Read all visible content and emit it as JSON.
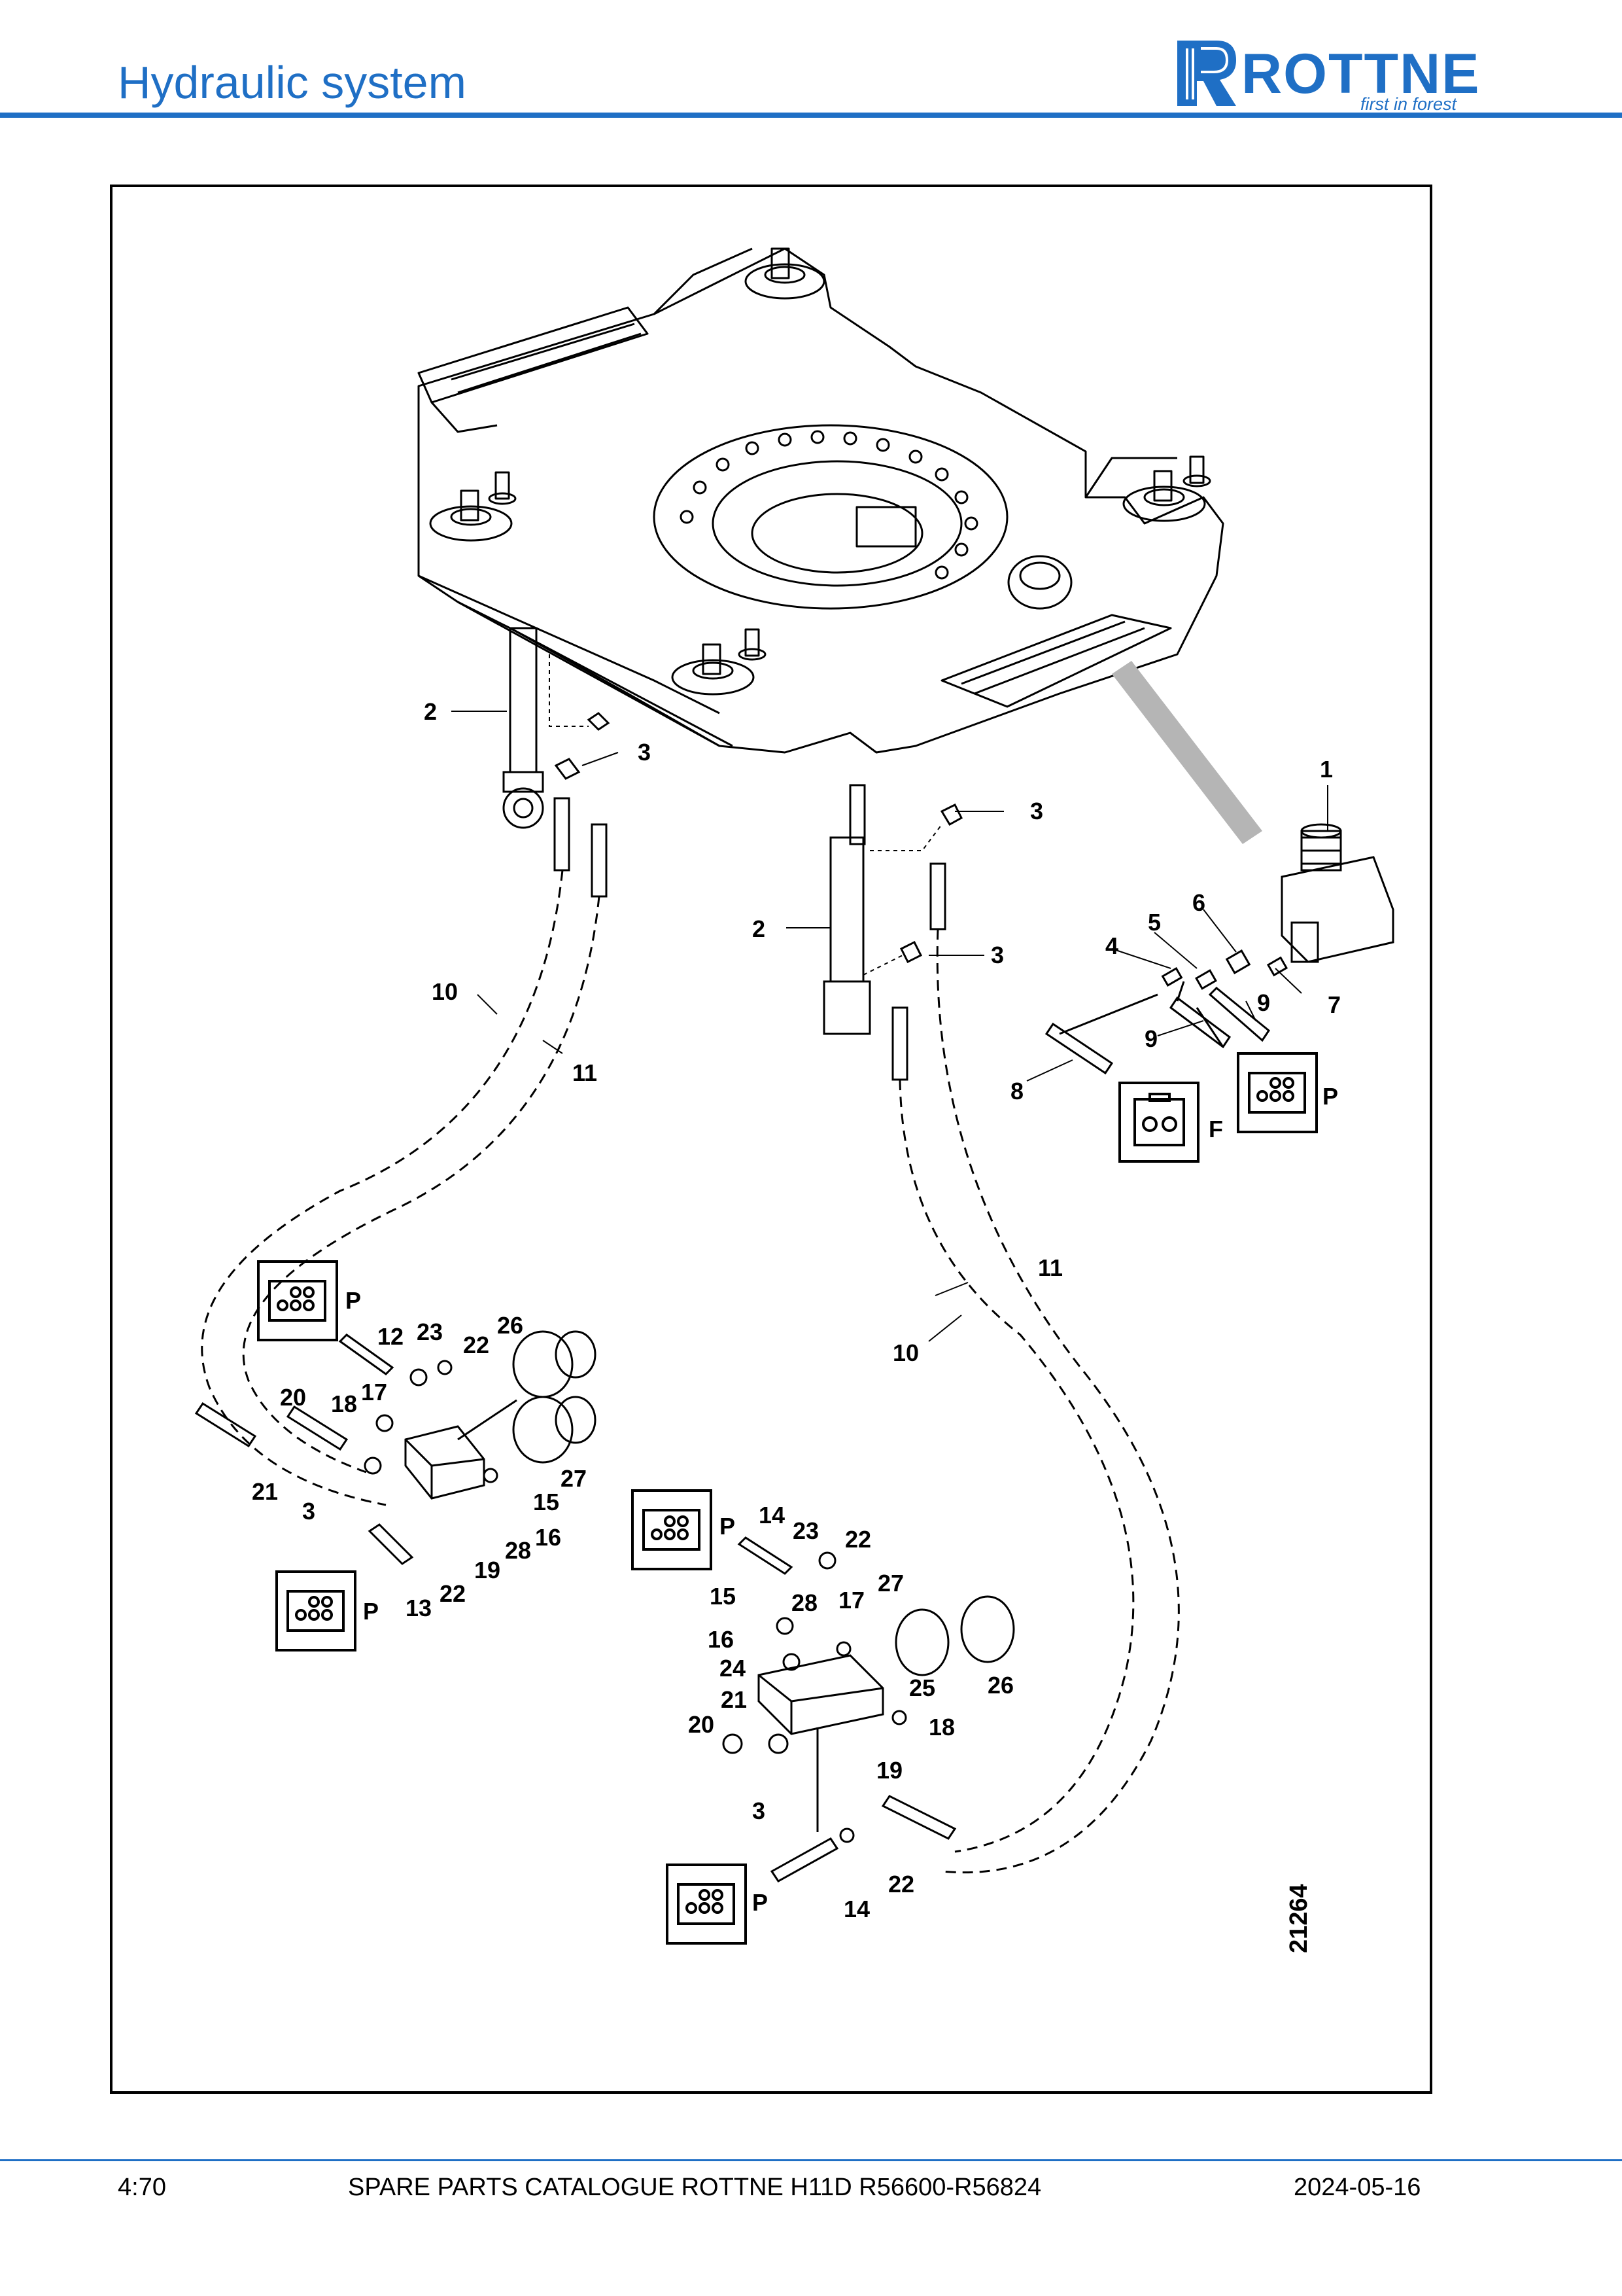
{
  "header": {
    "title": "Hydraulic system",
    "logo_text": "ROTTNE",
    "logo_tagline": "first in forest",
    "accent_color": "#1f6fc5"
  },
  "figure": {
    "figure_number": "21264",
    "part_labels": [
      "1",
      "2",
      "3",
      "4",
      "5",
      "6",
      "7",
      "8",
      "9",
      "10",
      "11",
      "12",
      "13",
      "14",
      "15",
      "16",
      "17",
      "18",
      "19",
      "20",
      "21",
      "22",
      "23",
      "24",
      "25",
      "26",
      "27",
      "28"
    ],
    "connector_letters": [
      "P",
      "F"
    ]
  },
  "footer": {
    "page": "4:70",
    "catalogue": "SPARE PARTS CATALOGUE ROTTNE H11D R56600-R56824",
    "date": "2024-05-16"
  }
}
